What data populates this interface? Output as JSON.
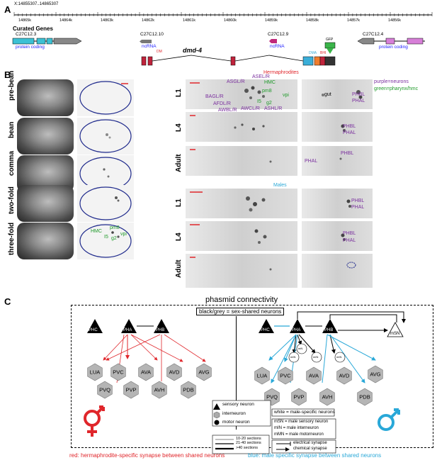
{
  "panel_a": {
    "label": "A",
    "coord_range": "X:14855307..14865307",
    "ticks": [
      "14865k",
      "14864k",
      "14863k",
      "14862k",
      "14861k",
      "14860k",
      "14859k",
      "14858k",
      "14857k",
      "14856k"
    ],
    "track_title": "Curated Genes",
    "genes": [
      {
        "name": "C27C12.3",
        "type": "protein coding"
      },
      {
        "name": "C27C12.10",
        "type": "ncRNA"
      },
      {
        "name": "C27C12.9",
        "type": "ncRNA"
      },
      {
        "name": "C27C12.4",
        "type": "protein coding"
      }
    ],
    "dmd_label": "dmd-4",
    "dm_label": "DM",
    "dma_label": "DMA",
    "bhi_label": "BHI",
    "gfp_label": "GFP"
  },
  "panel_b": {
    "label": "B",
    "embryo_stages": [
      "pre-bean",
      "bean",
      "comma",
      "two-fold",
      "three-fold"
    ],
    "threefold_labels": {
      "hmc": "HMC",
      "pm8": "pm8",
      "i5": "I5",
      "g2": "g2",
      "vpi": "vpi"
    },
    "herm_title": "Hermaphrodites",
    "male_title": "Males",
    "legend_purple": "purple=neurons",
    "legend_green": "green=pharynx/hmc",
    "herm_rows": [
      "L1",
      "L4",
      "Adult"
    ],
    "male_rows": [
      "L1",
      "L4",
      "Adult"
    ],
    "l1_head_neurons": [
      "ASGL/R",
      "ASEL/R",
      "BAGL/R",
      "AFDL/R",
      "AWBL/R",
      "AWCL/R",
      "ASHL/R"
    ],
    "l1_head_green": [
      "HMC",
      "pm8",
      "vpi",
      "I5",
      "g2"
    ],
    "gut": "gut",
    "phbl": "PHBL",
    "phal": "PHAL"
  },
  "panel_c": {
    "label": "C",
    "title": "phasmid connectivity",
    "shared_note": "black/grey = sex-shared neurons",
    "herm_sensory": [
      "PHC",
      "PHA",
      "PHB"
    ],
    "male_sensory": [
      "PHC",
      "PHA",
      "PHB"
    ],
    "interneurons": [
      "LUA",
      "PVC",
      "AVA",
      "AVD",
      "AVG",
      "PVQ",
      "PVP",
      "AVH",
      "PDB"
    ],
    "male_small": [
      "mN",
      "mIN",
      "mIN",
      "mIN"
    ],
    "msn": "mSN",
    "legend_shapes": [
      "sensory neuron",
      "interneuron",
      "motor neuron"
    ],
    "legend_sections": [
      "10-20 sections",
      "21-40 sections",
      ">40 sections"
    ],
    "white_note": "white = male-specific neurons",
    "male_abbrev": [
      "mSN = male sensory neuron",
      "mIN = male interneuron",
      "mMN = male motorneuron"
    ],
    "synapse_types": [
      "electrical synapse",
      "chemical synapse"
    ],
    "footer_red": "red: hermaphrodite-specific synapse between shared neurons",
    "footer_blue": "blue: male specific synapse between shared neurons"
  },
  "colors": {
    "red": "#e0262b",
    "blue": "#29a8d8",
    "purple": "#7a2f9e",
    "green": "#1f9a2a"
  }
}
